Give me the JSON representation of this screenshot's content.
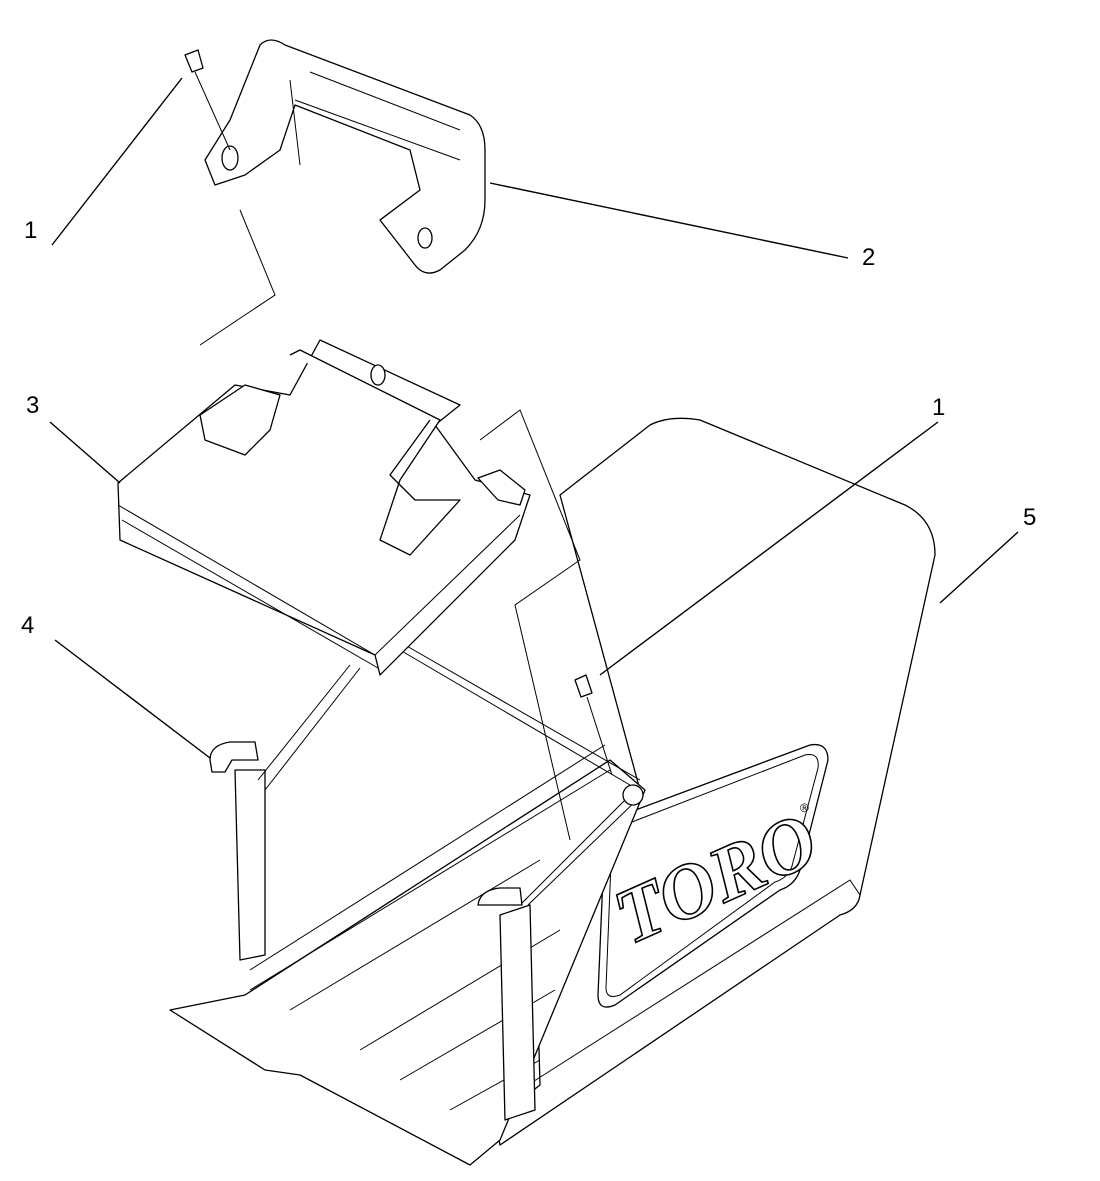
{
  "diagram": {
    "type": "exploded parts view",
    "callouts": [
      {
        "id": "screw-top",
        "label": "1"
      },
      {
        "id": "handle-cover",
        "label": "2"
      },
      {
        "id": "handle-frame",
        "label": "3"
      },
      {
        "id": "screw-right",
        "label": "1"
      },
      {
        "id": "frame-rod",
        "label": "4"
      },
      {
        "id": "bag",
        "label": "5"
      }
    ],
    "logo": {
      "text": "TORO",
      "mark": "®"
    },
    "colors": {
      "line": "#000000",
      "background": "#ffffff"
    }
  }
}
